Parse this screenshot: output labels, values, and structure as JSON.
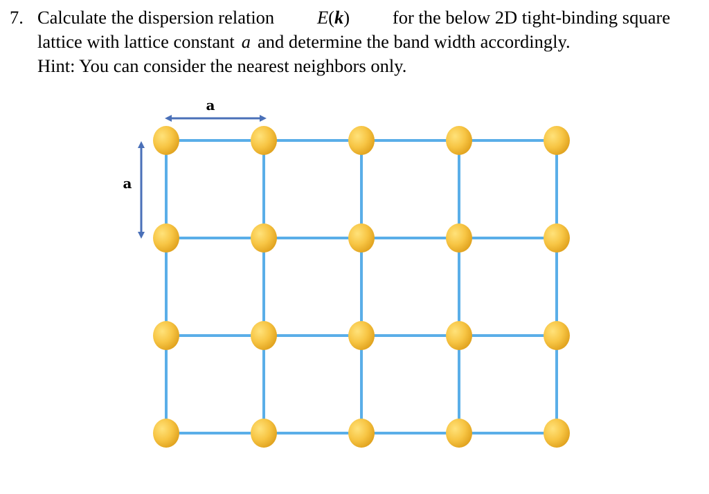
{
  "question": {
    "number": "7.",
    "line1": {
      "pre": "Calculate the dispersion relation",
      "E": "E",
      "open_paren": "(",
      "k": "k",
      "close_paren": ")",
      "post": "for the below 2D tight-binding square"
    },
    "line2": {
      "pre": "lattice with lattice constant",
      "a": "a",
      "post": "and determine the band width accordingly."
    },
    "hint": "Hint: You can consider the nearest neighbors only."
  },
  "figure": {
    "horizontal_dimension_label": "a",
    "vertical_dimension_label": "a",
    "lattice_columns": 5,
    "lattice_rows": 4,
    "colors": {
      "bond": "#5AAEE8",
      "atom_light": "#FFE27A",
      "atom_mid": "#F7C544",
      "atom_dark": "#E0A21E",
      "arrow": "#4A70B8"
    }
  }
}
